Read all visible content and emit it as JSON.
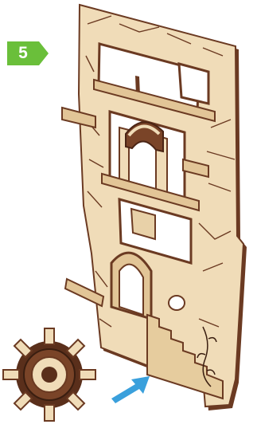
{
  "step": {
    "number": "5",
    "badge_color": "#6abf3a"
  },
  "illustration": {
    "icons": [
      "wooden-wall-panel",
      "wooden-gear-part",
      "insert-arrow-icon"
    ],
    "colors": {
      "plywood": "#f0dcb8",
      "plywood_edge": "#6b3a22",
      "dark_wood": "#5a2f1b",
      "arrow": "#3aa0dc"
    }
  }
}
